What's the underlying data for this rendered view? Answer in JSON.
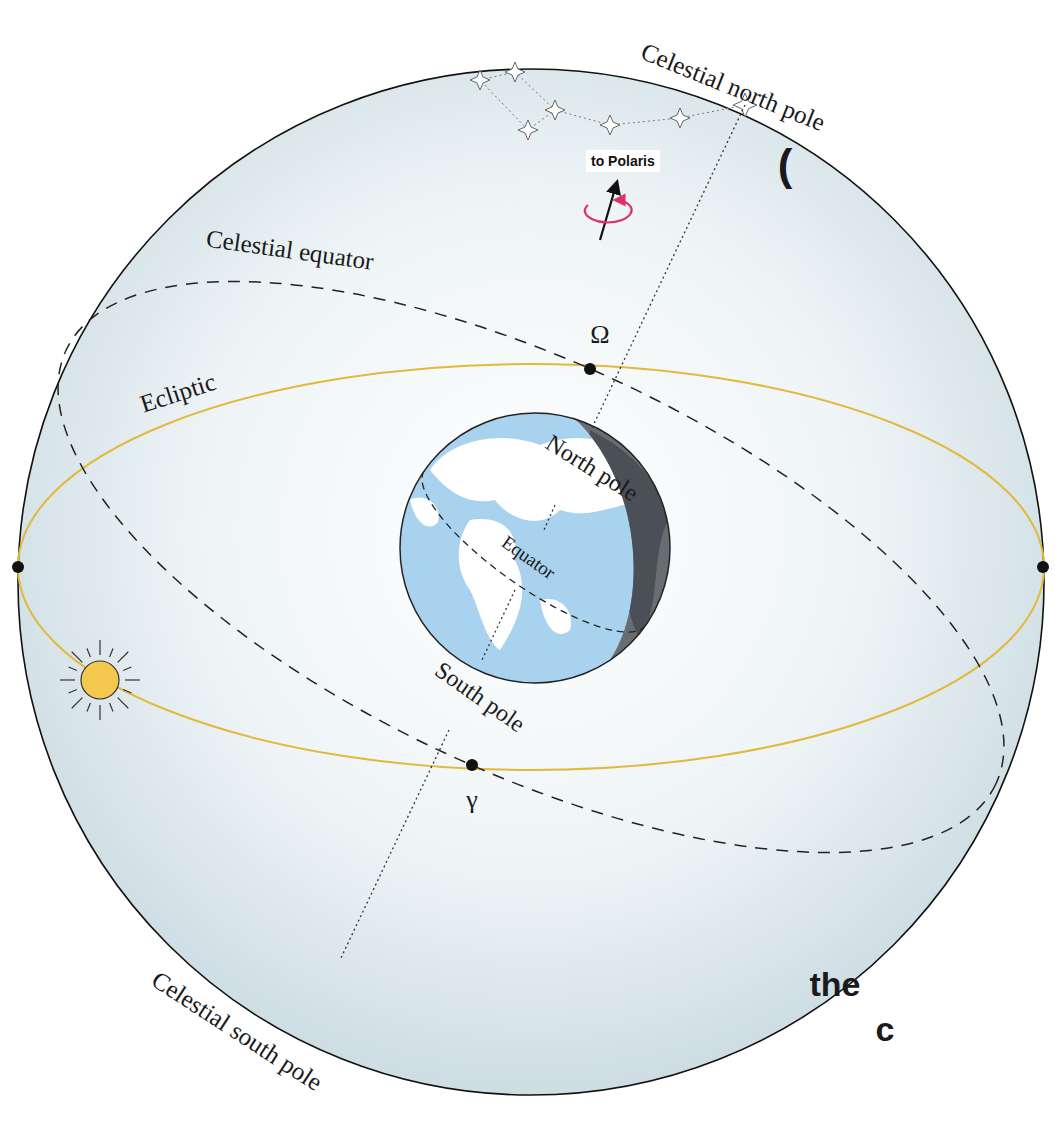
{
  "diagram": {
    "nodes": [
      {
        "text": [
          "to Polaris"
        ]
      }
    ],
    "labels": [
      "Celestial north pole",
      "Celestial equator",
      "Ecliptic",
      "Ω",
      "North pole",
      "Equator",
      "South pole",
      "γ",
      "Celestial south pole",
      "(",
      "the",
      "c"
    ]
  }
}
